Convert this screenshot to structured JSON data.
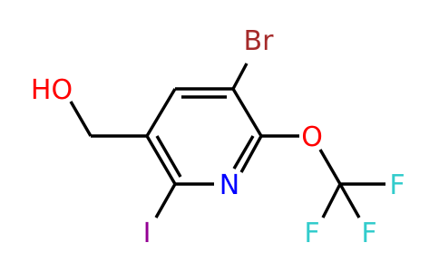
{
  "molecule": {
    "atoms": [
      {
        "id": "hydroxyl",
        "label": "HO",
        "color": "#ff0000"
      },
      {
        "id": "bromine",
        "label": "Br",
        "color": "#a52a2a"
      },
      {
        "id": "ring-nitrogen",
        "label": "N",
        "color": "#0000ff"
      },
      {
        "id": "ether-oxygen",
        "label": "O",
        "color": "#ff0000"
      },
      {
        "id": "iodine",
        "label": "I",
        "color": "#940094"
      },
      {
        "id": "fluorine-1",
        "label": "F",
        "color": "#33cccc"
      },
      {
        "id": "fluorine-2",
        "label": "F",
        "color": "#33cccc"
      },
      {
        "id": "fluorine-3",
        "label": "F",
        "color": "#33cccc"
      }
    ]
  }
}
